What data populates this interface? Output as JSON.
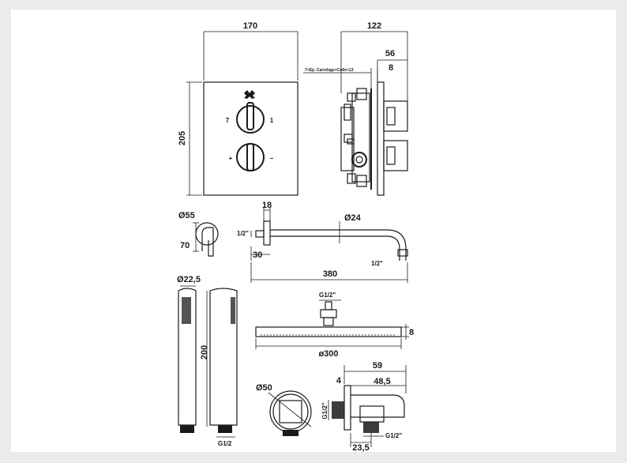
{
  "dimensions": {
    "plate_width": "170",
    "plate_height": "205",
    "body_depth": "122",
    "depth_56": "56",
    "depth_8": "8",
    "tile_note": "7<Ep. Carrelage+Colle<13",
    "arm_dia": "Ø55",
    "arm_70": "70",
    "arm_18": "18",
    "arm_half_inch": "1/2\"",
    "arm_30": "30",
    "arm_tube_dia": "Ø24",
    "arm_length": "380",
    "arm_end_half_inch": "1/2\"",
    "hand_dia": "Ø22,5",
    "hand_length": "200",
    "hand_thread": "G1/2",
    "head_thread": "G1/2\"",
    "head_8": "8",
    "head_dia": "ø300",
    "elbow_59": "59",
    "elbow_4": "4",
    "elbow_48": "48,5",
    "elbow_dia": "Ø50",
    "elbow_side_thread": "G1/2\"",
    "elbow_bottom_thread": "G1/2\"",
    "elbow_23": "23,5"
  },
  "mixer_marks": {
    "top_left": "7",
    "top_right": "1",
    "bottom_left": "+",
    "bottom_right": "−"
  },
  "colors": {
    "background": "#ebebeb",
    "sheet": "#ffffff",
    "ink": "#1a1a1a"
  }
}
